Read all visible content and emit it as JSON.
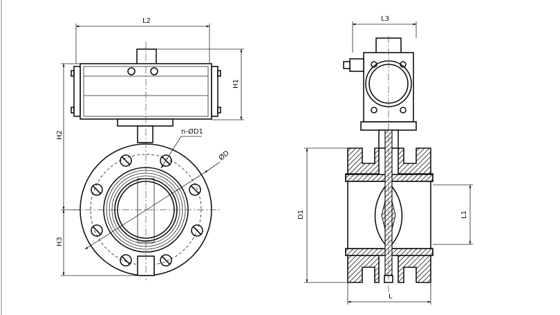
{
  "left_view": {
    "dim_L2": "L2",
    "dim_H1": "H1",
    "dim_H2": "H2",
    "dim_H3": "H3",
    "dim_holes": "n-ØD1",
    "dim_D": "ØD"
  },
  "right_view": {
    "dim_L3": "L3",
    "dim_D1": "D1",
    "dim_L1": "L1",
    "dim_L": "L"
  }
}
